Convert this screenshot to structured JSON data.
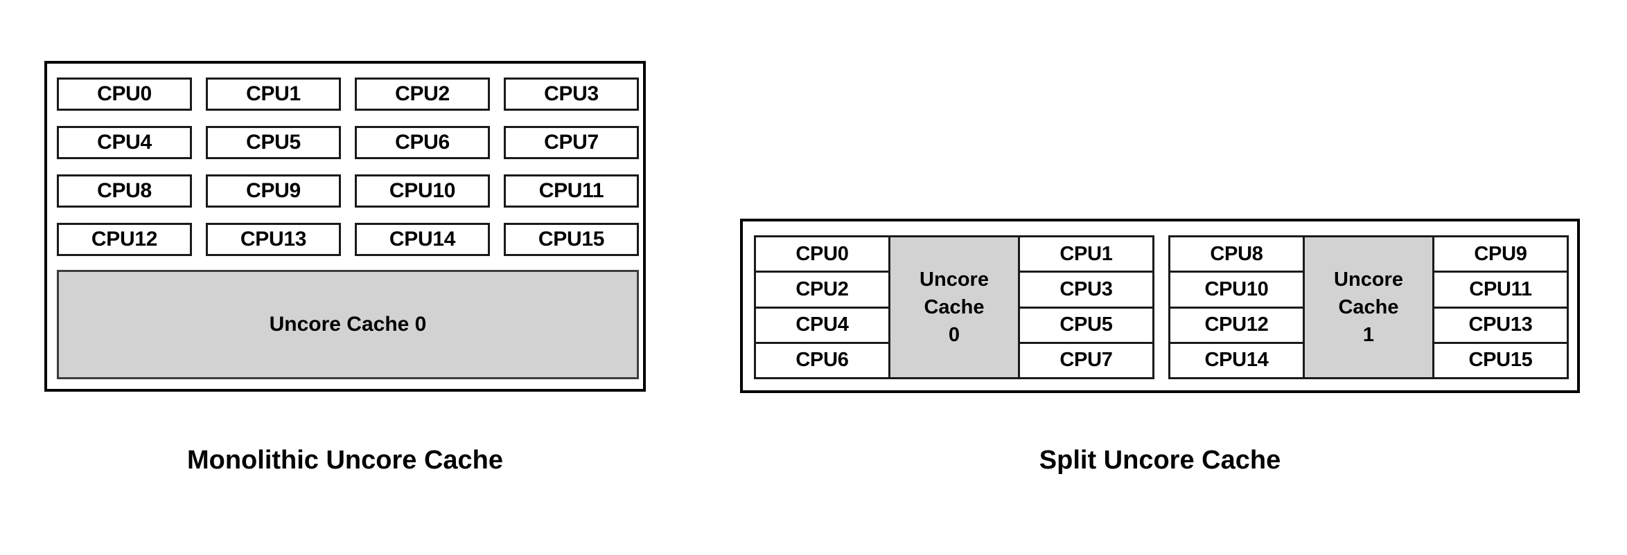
{
  "figures": {
    "monolithic": {
      "caption": "Monolithic Uncore Cache",
      "cpus": [
        "CPU0",
        "CPU1",
        "CPU2",
        "CPU3",
        "CPU4",
        "CPU5",
        "CPU6",
        "CPU7",
        "CPU8",
        "CPU9",
        "CPU10",
        "CPU11",
        "CPU12",
        "CPU13",
        "CPU14",
        "CPU15"
      ],
      "cache_label": "Uncore Cache 0"
    },
    "split": {
      "caption": "Split Uncore Cache",
      "clusters": [
        {
          "left_cpus": [
            "CPU0",
            "CPU2",
            "CPU4",
            "CPU6"
          ],
          "right_cpus": [
            "CPU1",
            "CPU3",
            "CPU5",
            "CPU7"
          ],
          "cache_line1": "Uncore",
          "cache_line2": "Cache",
          "cache_line3": "0"
        },
        {
          "left_cpus": [
            "CPU8",
            "CPU10",
            "CPU12",
            "CPU14"
          ],
          "right_cpus": [
            "CPU9",
            "CPU11",
            "CPU13",
            "CPU15"
          ],
          "cache_line1": "Uncore",
          "cache_line2": "Cache",
          "cache_line3": "1"
        }
      ]
    }
  },
  "colors": {
    "background": "#ffffff",
    "outline": "#000000",
    "box_border": "#1a1a1a",
    "cache_fill": "#d2d2d2",
    "text": "#000000"
  }
}
